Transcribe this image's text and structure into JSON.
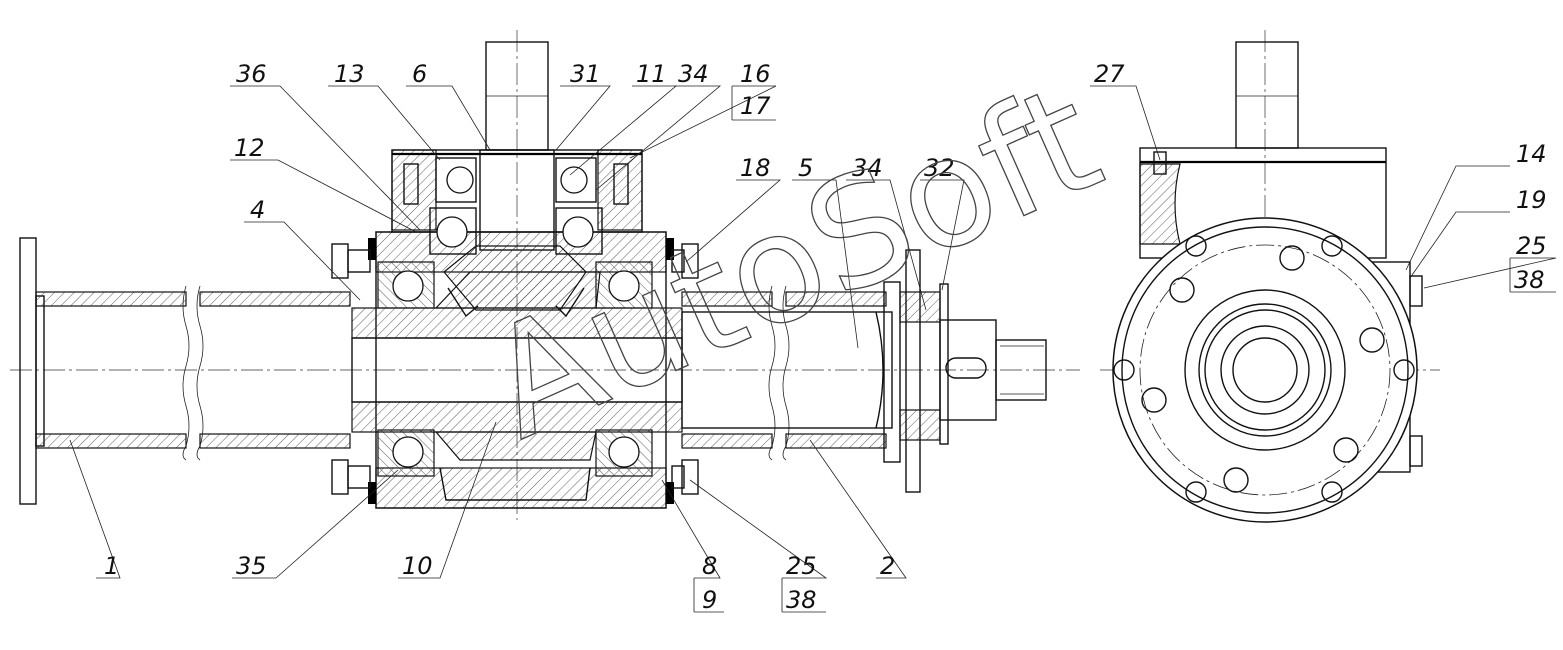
{
  "callouts": {
    "c36": "36",
    "c13": "13",
    "c6": "6",
    "c31": "31",
    "c11": "11",
    "c34a": "34",
    "c16": "16",
    "c17": "17",
    "c12": "12",
    "c4": "4",
    "c18": "18",
    "c5": "5",
    "c34b": "34",
    "c32": "32",
    "c27": "27",
    "c14": "14",
    "c19": "19",
    "c25a": "25",
    "c38a": "38",
    "c1": "1",
    "c35": "35",
    "c10": "10",
    "c8": "8",
    "c9": "9",
    "c25b": "25",
    "c38b": "38",
    "c2": "2"
  },
  "watermark": "AutoSoft"
}
